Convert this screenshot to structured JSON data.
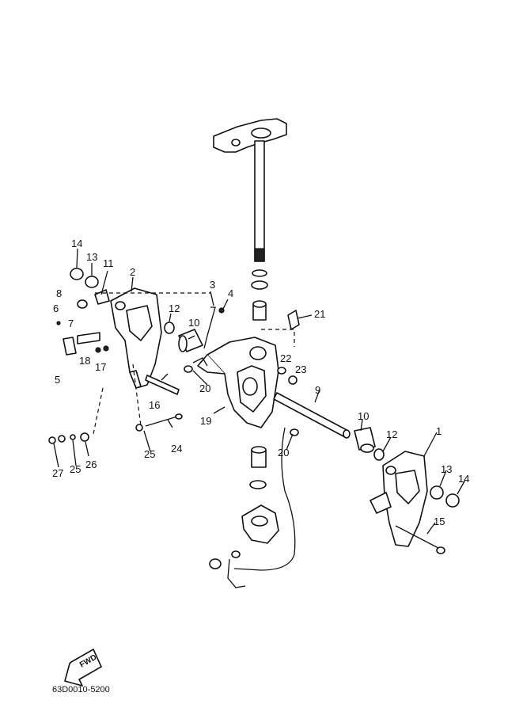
{
  "callouts": {
    "c1": "1",
    "c2": "2",
    "c3": "3",
    "c4": "4",
    "c5": "5",
    "c6": "6",
    "c7": "7",
    "c8": "8",
    "c9": "9",
    "c10a": "10",
    "c10b": "10",
    "c11": "11",
    "c12a": "12",
    "c12b": "12",
    "c13a": "13",
    "c13b": "13",
    "c14a": "14",
    "c14b": "14",
    "c15": "15",
    "c16": "16",
    "c17": "17",
    "c18": "18",
    "c19": "19",
    "c20a": "20",
    "c20b": "20",
    "c21": "21",
    "c22": "22",
    "c23": "23",
    "c24": "24",
    "c25a": "25",
    "c25b": "25",
    "c26": "26",
    "c27": "27"
  },
  "fwd_label": "FWD",
  "diagram_code": "63D0010-5200"
}
